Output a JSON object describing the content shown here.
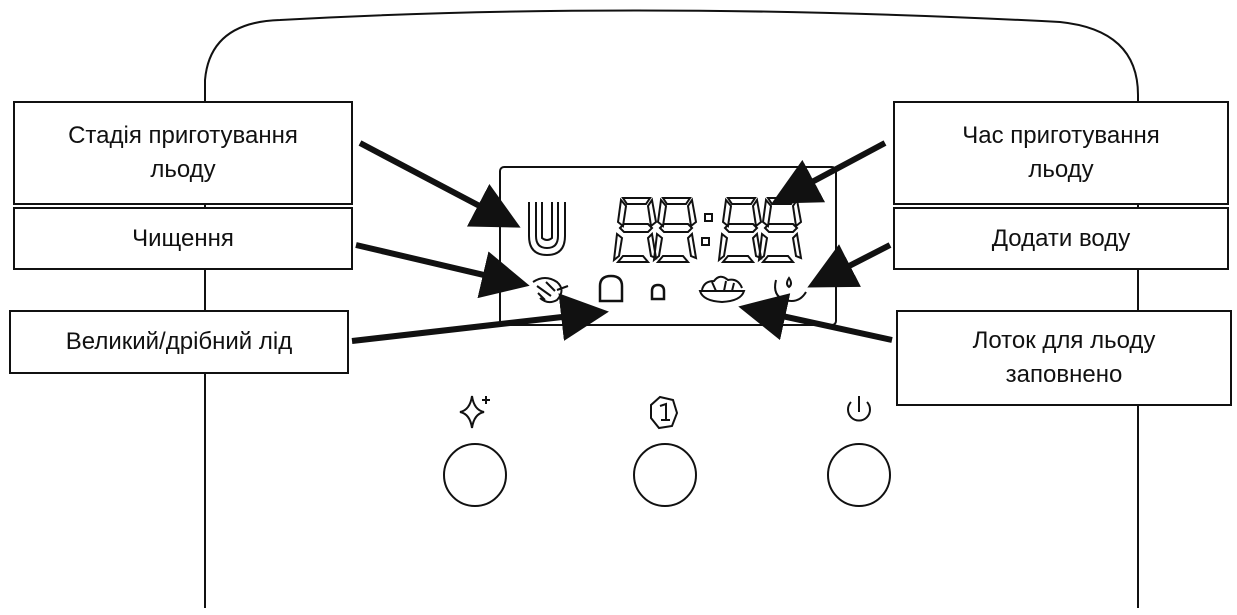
{
  "callouts": {
    "ice_stage": "Стадія приготування льоду",
    "cleaning": "Чищення",
    "ice_size": "Великий/дрібний лід",
    "ice_time": "Час приготування льоду",
    "add_water": "Додати воду",
    "tray_full": "Лоток для льоду заповнено"
  },
  "display": {
    "digits": "88:88"
  },
  "icons": {
    "ice_stage": "ice-stage-icon",
    "cleaning": "cleaning-icon",
    "ice_large": "large-ice-icon",
    "ice_small": "small-ice-icon",
    "tray_full": "tray-full-icon",
    "add_water": "add-water-icon",
    "button_left": "sparkle-icon",
    "button_middle": "ice-cube-icon",
    "button_right": "power-icon"
  },
  "colors": {
    "line": "#111111",
    "background": "#ffffff"
  }
}
